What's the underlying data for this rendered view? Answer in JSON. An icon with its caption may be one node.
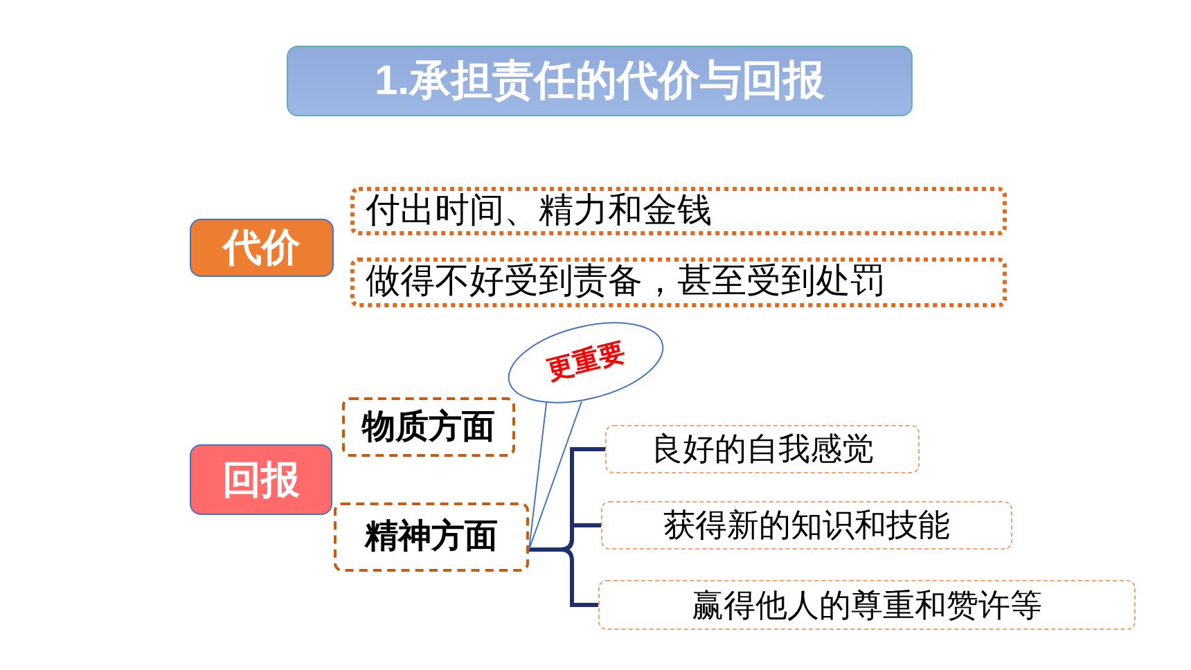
{
  "diagram": {
    "title": "1.承担责任的代价与回报",
    "nodes": [
      {
        "text": [
          "代价"
        ]
      },
      {
        "text": [
          "付出时间、精力和金钱"
        ]
      },
      {
        "text": [
          "做得不好受到责备，甚至受到处罚"
        ]
      },
      {
        "text": [
          "回报"
        ]
      },
      {
        "text": [
          "物质方面"
        ]
      },
      {
        "text": [
          "精神方面"
        ]
      },
      {
        "text": [
          "良好的自我感觉"
        ]
      },
      {
        "text": [
          "获得新的知识和技能"
        ]
      },
      {
        "text": [
          "赢得他人的尊重和赞许等"
        ]
      },
      {
        "text": [
          "更重要"
        ]
      }
    ],
    "edges": [
      {
        "from": 5,
        "to": 6,
        "arrow": "none"
      },
      {
        "from": 5,
        "to": 7,
        "arrow": "none"
      },
      {
        "from": 5,
        "to": 8,
        "arrow": "none"
      },
      {
        "from": 9,
        "to": 5,
        "arrow": "none",
        "color": "#4472c4"
      }
    ]
  }
}
